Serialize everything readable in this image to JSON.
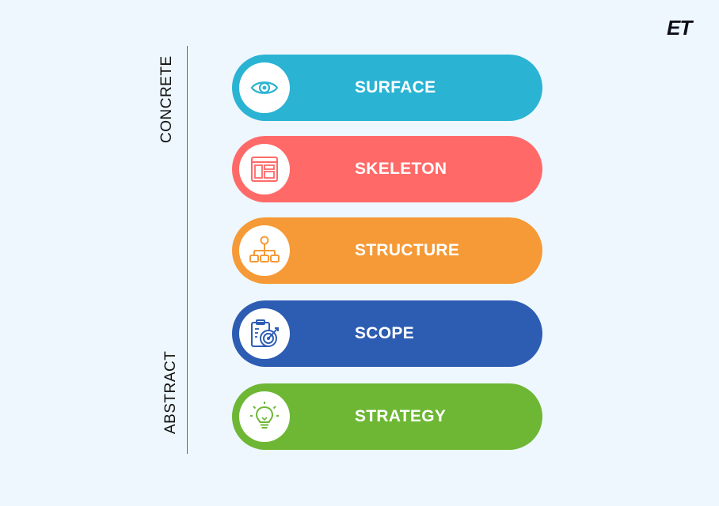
{
  "brand": {
    "logo_text": "ET"
  },
  "axis": {
    "top_label": "CONCRETE",
    "bottom_label": "ABSTRACT"
  },
  "layers": [
    {
      "label": "SURFACE",
      "color": "#2bb3d3",
      "icon": "eye-icon"
    },
    {
      "label": "SKELETON",
      "color": "#ff6a68",
      "icon": "wireframe-layout-icon"
    },
    {
      "label": "STRUCTURE",
      "color": "#f59a37",
      "icon": "hierarchy-icon"
    },
    {
      "label": "SCOPE",
      "color": "#2d5db3",
      "icon": "clipboard-target-icon"
    },
    {
      "label": "STRATEGY",
      "color": "#6db734",
      "icon": "lightbulb-icon"
    }
  ]
}
